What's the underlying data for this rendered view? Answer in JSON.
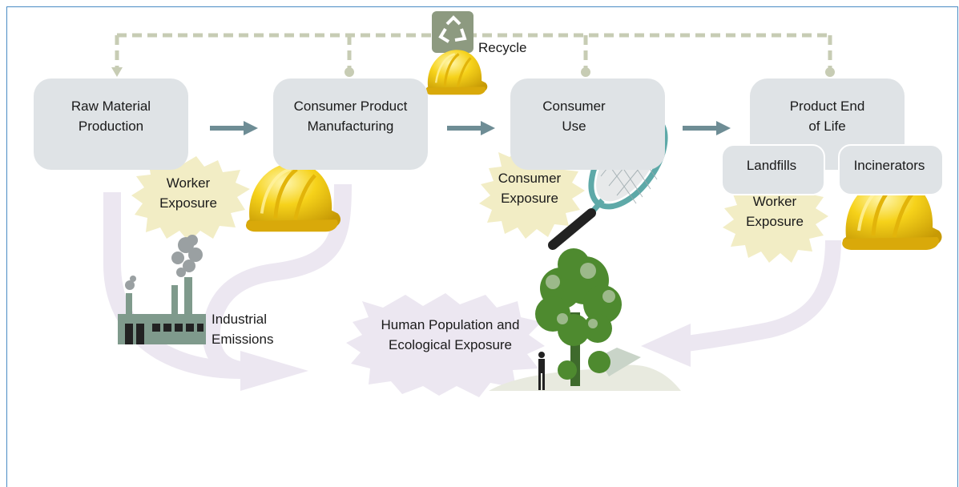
{
  "stages": [
    {
      "line1": "Raw Material",
      "line2": "Production"
    },
    {
      "line1": "Consumer Product",
      "line2": "Manufacturing"
    },
    {
      "line1": "Consumer",
      "line2": "Use"
    },
    {
      "line1": "Product End",
      "line2": "of Life"
    }
  ],
  "end_of_life": {
    "landfills": "Landfills",
    "incinerators": "Incinerators"
  },
  "recycle": "Recycle",
  "exposures": {
    "worker_1": {
      "line1": "Worker",
      "line2": "Exposure"
    },
    "consumer": {
      "line1": "Consumer",
      "line2": "Exposure"
    },
    "worker_2": {
      "line1": "Worker",
      "line2": "Exposure"
    }
  },
  "industrial": {
    "line1": "Industrial",
    "line2": "Emissions"
  },
  "population": {
    "line1": "Human Population and",
    "line2": "Ecological Exposure"
  },
  "colors": {
    "box": "#dfe3e6",
    "flow_arrow": "#6e8d95",
    "recycle_dash": "#c7ccb4",
    "burst": "#f2edc5",
    "emission_flow": "#ece7f1",
    "hardhat": "#f6d21a",
    "border": "#4a8cc4"
  },
  "icons": [
    "recycle-icon",
    "hardhat-icon",
    "tennis-racket-icon",
    "factory-icon",
    "tree-icon",
    "person-icon"
  ]
}
